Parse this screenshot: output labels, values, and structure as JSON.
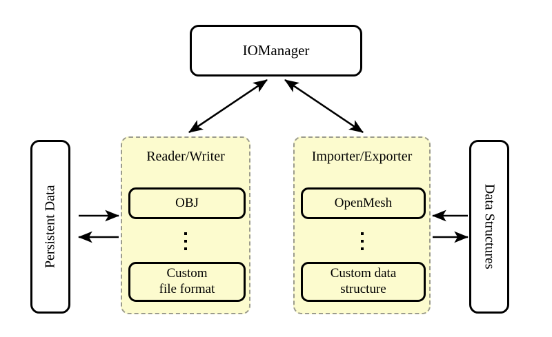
{
  "diagram": {
    "title_node": {
      "label": "IOManager"
    },
    "left_side_node": {
      "label": "Persistent Data"
    },
    "right_side_node": {
      "label": "Data Structures"
    },
    "groups": [
      {
        "id": "reader-writer",
        "title": "Reader/Writer",
        "items": [
          {
            "label": "OBJ"
          },
          {
            "label": "Custom\nfile format",
            "line1": "Custom",
            "line2": "file format"
          }
        ],
        "ellipsis": "⋮"
      },
      {
        "id": "importer-exporter",
        "title": "Importer/Exporter",
        "items": [
          {
            "label": "OpenMesh"
          },
          {
            "label": "Custom data\nstructure",
            "line1": "Custom data",
            "line2": "structure"
          }
        ],
        "ellipsis": "⋮"
      }
    ],
    "connections": [
      {
        "name": "iomanager-to-reader-writer",
        "style": "double-headed-diagonal"
      },
      {
        "name": "iomanager-to-importer-exporter",
        "style": "double-headed-diagonal"
      },
      {
        "name": "persistent-data-to-reader-writer",
        "style": "single-headed-right"
      },
      {
        "name": "reader-writer-to-persistent-data",
        "style": "single-headed-left"
      },
      {
        "name": "data-structures-to-importer-exporter",
        "style": "single-headed-left"
      },
      {
        "name": "importer-exporter-to-data-structures",
        "style": "single-headed-right"
      }
    ]
  },
  "colors": {
    "group_fill": "#fcfbce",
    "group_border": "#9b9b8c",
    "node_border": "#000000",
    "background": "#ffffff",
    "text": "#000000"
  }
}
